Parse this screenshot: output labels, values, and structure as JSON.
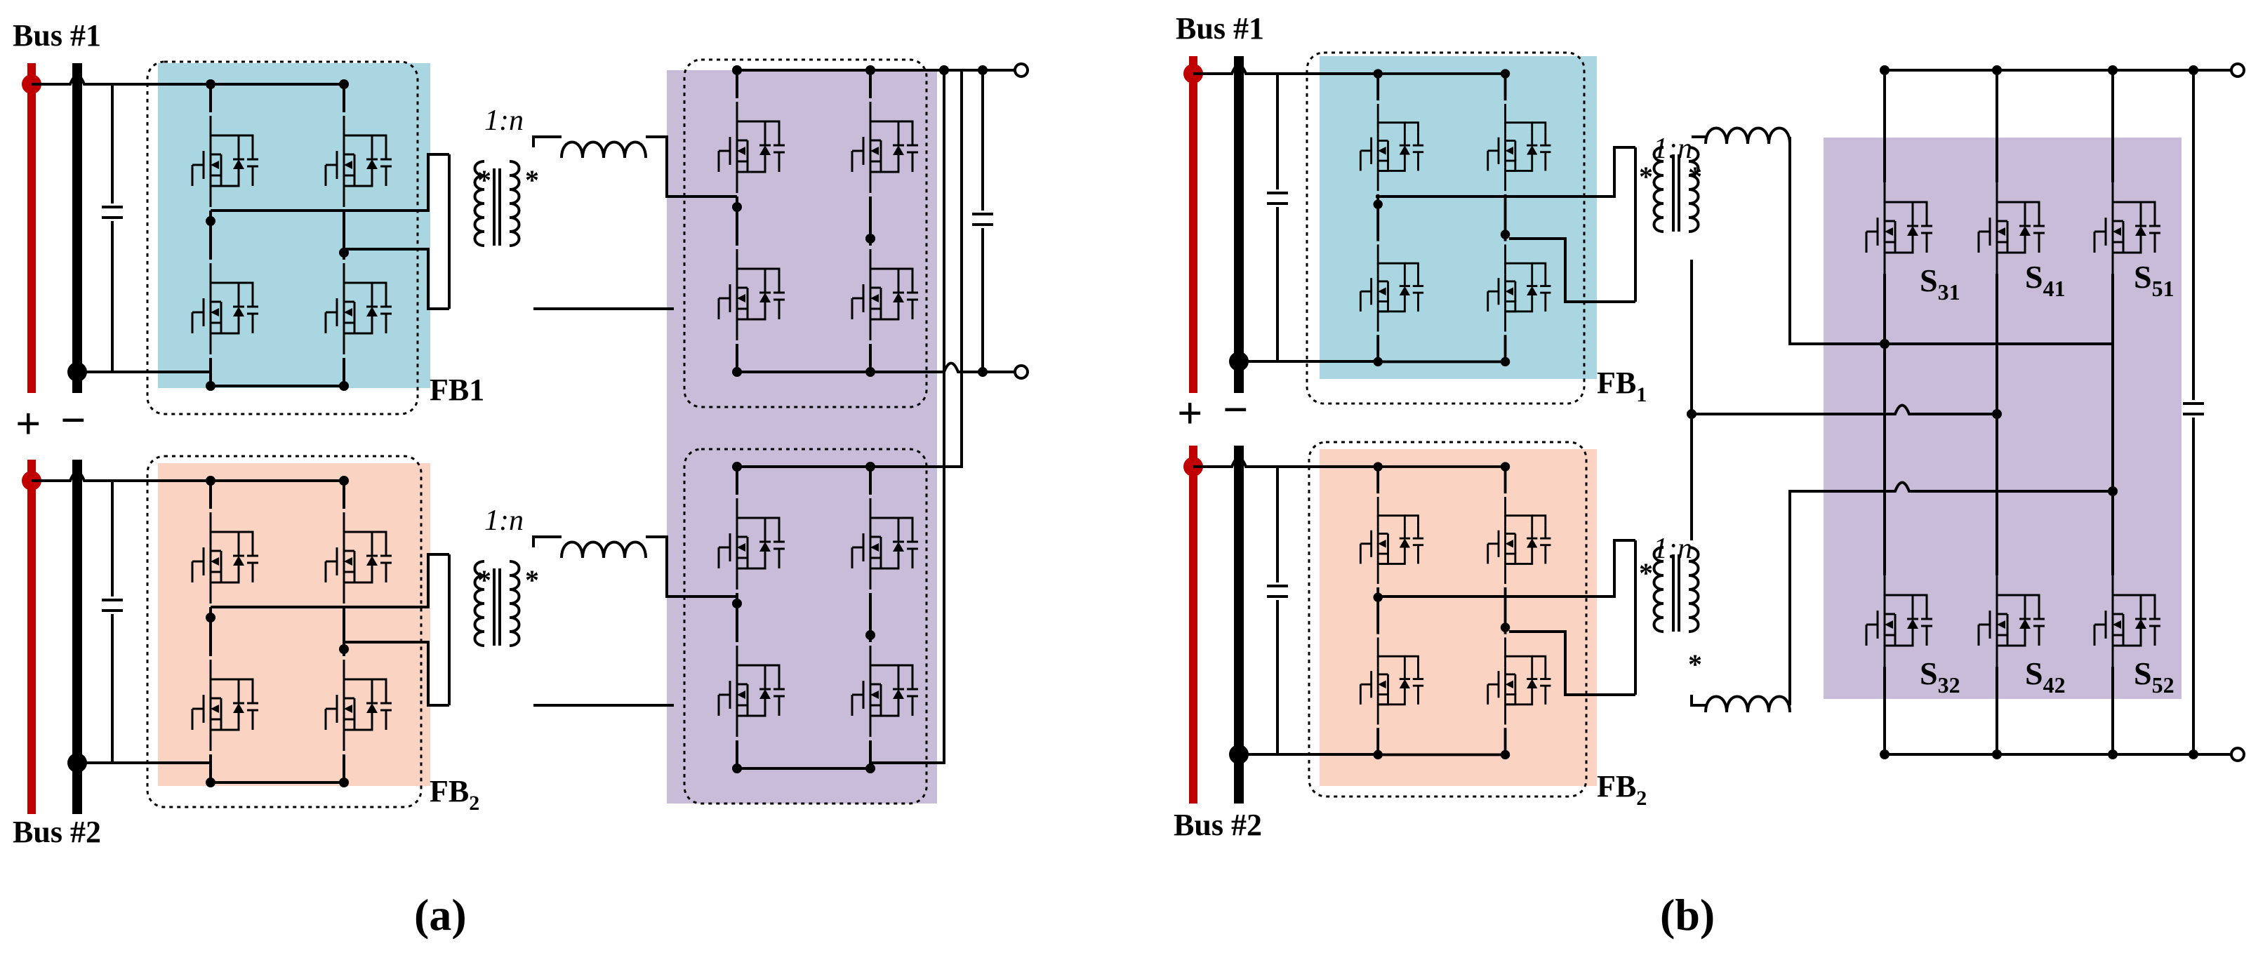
{
  "colors": {
    "positive_bus": "#c00000",
    "negative_bus": "#000000",
    "fb1_shade": "#a9d6e0",
    "fb2_shade": "#fad3c3",
    "output_shade": "#c9bcd8"
  },
  "icons": [
    "mosfet-with-antiparallel-diode",
    "capacitor",
    "transformer",
    "inductor",
    "terminal"
  ],
  "panel_a": {
    "bus1": "Bus #1",
    "bus2": "Bus #2",
    "plus": "+",
    "minus": "−",
    "fb1": "FB1",
    "fb2_main": "FB",
    "fb2_sub": "2",
    "ratio_top": "1:n",
    "ratio_bottom": "1:n",
    "star": "*",
    "caption": "(a)"
  },
  "panel_b": {
    "bus1": "Bus #1",
    "bus2": "Bus #2",
    "plus": "+",
    "minus": "−",
    "fb1_main": "FB",
    "fb1_sub": "1",
    "fb2_main": "FB",
    "fb2_sub": "2",
    "ratio_top": "1:n",
    "ratio_bottom": "1:n",
    "star": "*",
    "switches": [
      {
        "main": "S",
        "sub": "31"
      },
      {
        "main": "S",
        "sub": "41"
      },
      {
        "main": "S",
        "sub": "51"
      },
      {
        "main": "S",
        "sub": "32"
      },
      {
        "main": "S",
        "sub": "42"
      },
      {
        "main": "S",
        "sub": "52"
      }
    ],
    "caption": "(b)"
  }
}
